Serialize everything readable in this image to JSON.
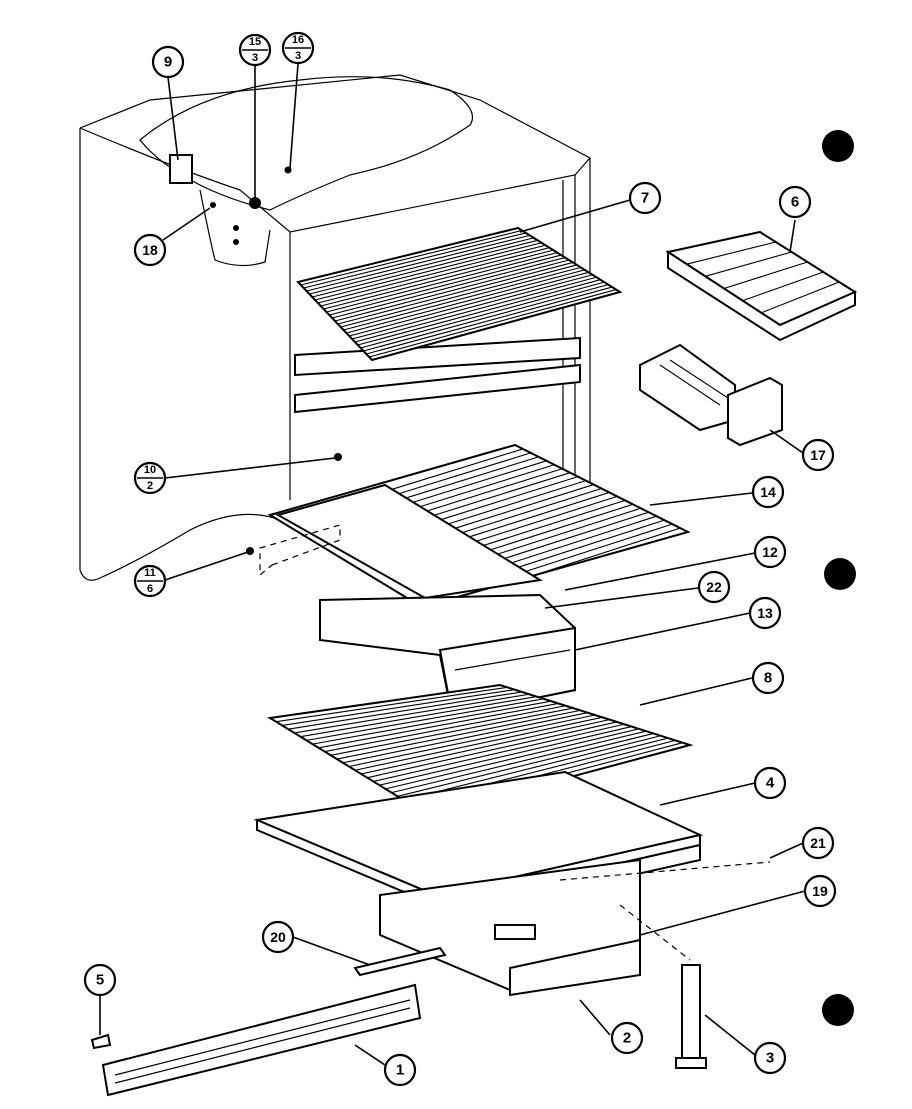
{
  "diagram": {
    "callouts": {
      "c9": {
        "label": "9"
      },
      "c15": {
        "top": "15",
        "bottom": "3"
      },
      "c16": {
        "top": "16",
        "bottom": "3"
      },
      "c18": {
        "label": "18"
      },
      "c7": {
        "label": "7"
      },
      "c6": {
        "label": "6"
      },
      "c17": {
        "label": "17"
      },
      "c10": {
        "top": "10",
        "bottom": "2"
      },
      "c14": {
        "label": "14"
      },
      "c12": {
        "label": "12"
      },
      "c11": {
        "top": "11",
        "bottom": "6"
      },
      "c22": {
        "label": "22"
      },
      "c13": {
        "label": "13"
      },
      "c8": {
        "label": "8"
      },
      "c4": {
        "label": "4"
      },
      "c21": {
        "label": "21"
      },
      "c19": {
        "label": "19"
      },
      "c20": {
        "label": "20"
      },
      "c5": {
        "label": "5"
      },
      "c2": {
        "label": "2"
      },
      "c3": {
        "label": "3"
      },
      "c1": {
        "label": "1"
      }
    }
  }
}
